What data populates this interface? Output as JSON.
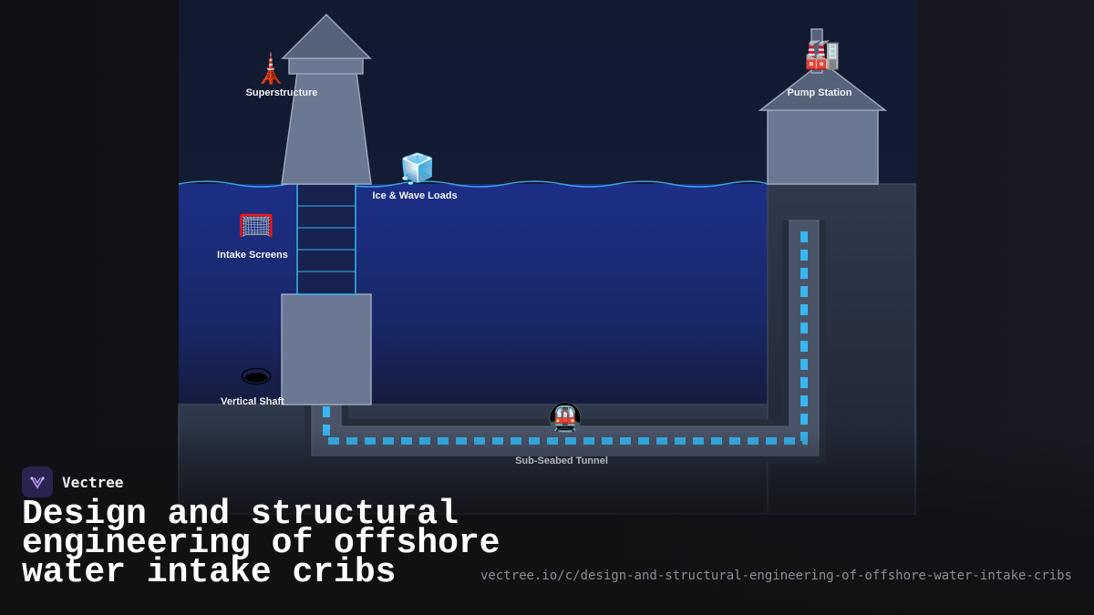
{
  "diagram": {
    "labels": {
      "superstructure": "Superstructure",
      "pump_station": "Pump Station",
      "ice_wave_loads": "Ice & Wave Loads",
      "intake_screens": "Intake Screens",
      "vertical_shaft": "Vertical Shaft",
      "sub_seabed_tunnel": "Sub-Seabed Tunnel"
    },
    "icons": {
      "superstructure": "tower-icon",
      "pump_station": "factory-icon",
      "ice_wave_loads": "ice-cube-icon",
      "intake_screens": "net-icon",
      "vertical_shaft": "hole-icon",
      "sub_seabed_tunnel": "metro-train-icon"
    },
    "colors": {
      "water": "#1a2c7a",
      "structure": "#6a7894",
      "flow": "#38b6f0",
      "seabed": "#2c3646"
    }
  },
  "brand": {
    "name": "Vectree"
  },
  "title": "Design and structural engineering of offshore water intake cribs",
  "url": "vectree.io/c/design-and-structural-engineering-of-offshore-water-intake-cribs"
}
